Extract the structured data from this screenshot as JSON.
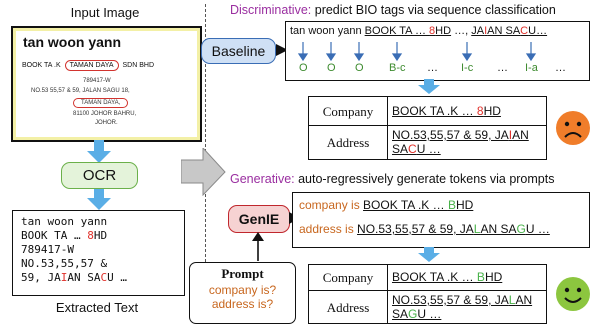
{
  "left": {
    "input_title": "Input Image",
    "receipt": {
      "heading": "tan woon yann",
      "line1_a": "BOOK TA .K",
      "line1_b": "TAMAN DAYA",
      "line1_c": "SDN BHD",
      "line2": "789417-W",
      "line3": "NO.53 55,57 & 59, JALAN SAGU 18,",
      "line4": "TAMAN DAYA,",
      "line5": "81100 JOHOR BAHRU,",
      "line6": "JOHOR."
    },
    "ocr_label": "OCR",
    "extracted": {
      "l1": "tan woon yann",
      "l2a": "BOOK TA … ",
      "l2b": "8",
      "l2c": "HD",
      "l3": "789417-W",
      "l4": "NO.53,55,57 &",
      "l5a": "59, JA",
      "l5b": "I",
      "l5c": "AN SA",
      "l5d": "C",
      "l5e": "U …"
    },
    "extracted_title": "Extracted Text"
  },
  "discriminative": {
    "heading_label": "Discriminative:",
    "heading_rest": " predict BIO tags via sequence classification",
    "baseline_label": "Baseline",
    "tokens": {
      "t1": "tan",
      "t2": "woon",
      "t3": "yann",
      "t4": "BOOK TA …",
      "t5": "8",
      "t6": "HD",
      "t7": "…,",
      "t8a": "JA",
      "t8b": "I",
      "t8c": "AN SA",
      "t8d": "C",
      "t8e": "U…"
    },
    "tags": [
      "O",
      "O",
      "O",
      "B-c",
      "…",
      "I-c",
      "…",
      "I-a",
      "…"
    ],
    "table": {
      "company_label": "Company",
      "company_a": "BOOK TA .K … ",
      "company_b": "8",
      "company_c": "HD",
      "address_label": "Address",
      "address_l1a": "NO.53,55,57 & 59, JA",
      "address_l1b": "I",
      "address_l1c": "AN",
      "address_l2a": "SA",
      "address_l2b": "C",
      "address_l2c": "U …"
    }
  },
  "generative": {
    "heading_label": "Generative:",
    "heading_rest": " auto-regressively generate tokens via prompts",
    "genie_label": "GenIE",
    "prompt_box": {
      "line1_a": "company is ",
      "line1_b": "BOOK TA .K … ",
      "line1_c": "B",
      "line1_d": "HD",
      "line2_a": "address  is  ",
      "line2_b": "NO.53,55,57 & 59, JA",
      "line2_c": "L",
      "line2_d": "AN SA",
      "line2_e": "G",
      "line2_f": "U …"
    },
    "prompt_panel": {
      "title": "Prompt",
      "q1": "company is?",
      "q2": "address is?"
    },
    "table": {
      "company_label": "Company",
      "company_a": "BOOK TA .K … ",
      "company_b": "B",
      "company_c": "HD",
      "address_label": "Address",
      "address_l1a": "NO.53,55,57 & 59, JA",
      "address_l1b": "L",
      "address_l1c": "AN",
      "address_l2a": "SA",
      "address_l2b": "G",
      "address_l2c": "U …"
    }
  },
  "colors": {
    "baseline_fill": "#cfe0f5",
    "baseline_border": "#3a6db5",
    "ocr_fill": "#e4f3da",
    "ocr_border": "#6bb04a",
    "genie_fill": "#f6d2d2",
    "genie_border": "#c0272d",
    "arrow_blue": "#5aaee6",
    "sad_face": "#f07d2a",
    "happy_face": "#8cc63f"
  }
}
